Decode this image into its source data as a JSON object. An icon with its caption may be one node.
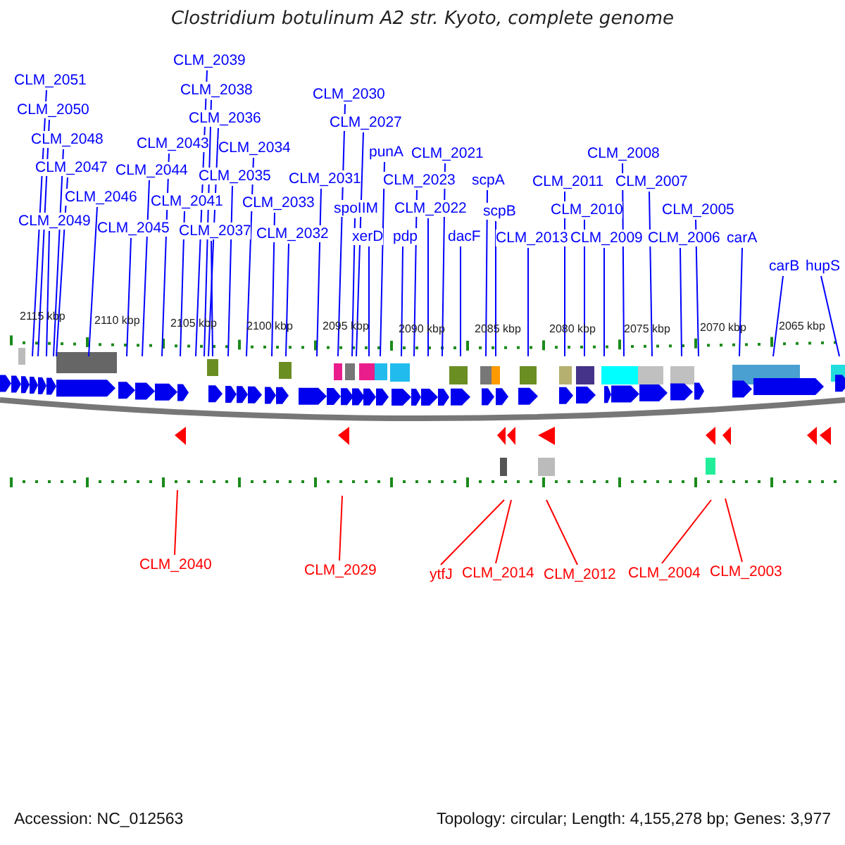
{
  "diagram": {
    "title": "Clostridium botulinum A2 str. Kyoto, complete genome",
    "nodes": [
      {
        "text": [
          "CLM_2051"
        ]
      },
      {
        "text": [
          "CLM_2050"
        ]
      },
      {
        "text": [
          "CLM_2048"
        ]
      },
      {
        "text": [
          "CLM_2047"
        ]
      },
      {
        "text": [
          "CLM_2049"
        ]
      },
      {
        "text": [
          "CLM_2046"
        ]
      },
      {
        "text": [
          "CLM_2045"
        ]
      },
      {
        "text": [
          "CLM_2044"
        ]
      },
      {
        "text": [
          "CLM_2043"
        ]
      },
      {
        "text": [
          "CLM_2041"
        ]
      },
      {
        "text": [
          "CLM_2039"
        ]
      },
      {
        "text": [
          "CLM_2038"
        ]
      },
      {
        "text": [
          "CLM_2036"
        ]
      },
      {
        "text": [
          "CLM_2035"
        ]
      },
      {
        "text": [
          "CLM_2037"
        ]
      },
      {
        "text": [
          "CLM_2034"
        ]
      },
      {
        "text": [
          "CLM_2033"
        ]
      },
      {
        "text": [
          "CLM_2032"
        ]
      },
      {
        "text": [
          "CLM_2031"
        ]
      },
      {
        "text": [
          "CLM_2030"
        ]
      },
      {
        "text": [
          "CLM_2027"
        ]
      },
      {
        "text": [
          "spoIIM"
        ]
      },
      {
        "text": [
          "xerD"
        ]
      },
      {
        "text": [
          "punA"
        ]
      },
      {
        "text": [
          "CLM_2023"
        ]
      },
      {
        "text": [
          "CLM_2022"
        ]
      },
      {
        "text": [
          "pdp"
        ]
      },
      {
        "text": [
          "CLM_2021"
        ]
      },
      {
        "text": [
          "dacF"
        ]
      },
      {
        "text": [
          "scpA"
        ]
      },
      {
        "text": [
          "scpB"
        ]
      },
      {
        "text": [
          "CLM_2013"
        ]
      },
      {
        "text": [
          "CLM_2011"
        ]
      },
      {
        "text": [
          "CLM_2010"
        ]
      },
      {
        "text": [
          "CLM_2009"
        ]
      },
      {
        "text": [
          "CLM_2008"
        ]
      },
      {
        "text": [
          "CLM_2007"
        ]
      },
      {
        "text": [
          "CLM_2006"
        ]
      },
      {
        "text": [
          "CLM_2005"
        ]
      },
      {
        "text": [
          "carA"
        ]
      },
      {
        "text": [
          "carB"
        ]
      },
      {
        "text": [
          "hupS"
        ]
      },
      {
        "text": [
          "CLM_2040"
        ]
      },
      {
        "text": [
          "CLM_2029"
        ]
      },
      {
        "text": [
          "ytfJ"
        ]
      },
      {
        "text": [
          "CLM_2014"
        ]
      },
      {
        "text": [
          "CLM_2012"
        ]
      },
      {
        "text": [
          "CLM_2004"
        ]
      },
      {
        "text": [
          "CLM_2003"
        ]
      }
    ],
    "edges": [
      {
        "from": 0,
        "to": null,
        "arrow": "none"
      },
      {
        "from": 1,
        "to": null,
        "arrow": "none"
      },
      {
        "from": 2,
        "to": null,
        "arrow": "none"
      },
      {
        "from": 3,
        "to": null,
        "arrow": "none"
      },
      {
        "from": 4,
        "to": null,
        "arrow": "none"
      },
      {
        "from": 5,
        "to": null,
        "arrow": "none"
      },
      {
        "from": 6,
        "to": null,
        "arrow": "none"
      },
      {
        "from": 7,
        "to": null,
        "arrow": "none"
      },
      {
        "from": 8,
        "to": null,
        "arrow": "none"
      },
      {
        "from": 9,
        "to": null,
        "arrow": "none"
      },
      {
        "from": 10,
        "to": null,
        "arrow": "none"
      },
      {
        "from": 11,
        "to": null,
        "arrow": "none"
      },
      {
        "from": 12,
        "to": null,
        "arrow": "none"
      },
      {
        "from": 13,
        "to": null,
        "arrow": "none"
      },
      {
        "from": 14,
        "to": null,
        "arrow": "none"
      },
      {
        "from": 15,
        "to": null,
        "arrow": "none"
      },
      {
        "from": 16,
        "to": null,
        "arrow": "none"
      },
      {
        "from": 17,
        "to": null,
        "arrow": "none"
      },
      {
        "from": 18,
        "to": null,
        "arrow": "none"
      },
      {
        "from": 19,
        "to": null,
        "arrow": "none"
      },
      {
        "from": 20,
        "to": null,
        "arrow": "none"
      },
      {
        "from": 21,
        "to": null,
        "arrow": "none"
      },
      {
        "from": 22,
        "to": null,
        "arrow": "none"
      },
      {
        "from": 23,
        "to": null,
        "arrow": "none"
      },
      {
        "from": 24,
        "to": null,
        "arrow": "none"
      },
      {
        "from": 25,
        "to": null,
        "arrow": "none"
      },
      {
        "from": 26,
        "to": null,
        "arrow": "none"
      },
      {
        "from": 27,
        "to": null,
        "arrow": "none"
      },
      {
        "from": 28,
        "to": null,
        "arrow": "none"
      },
      {
        "from": 29,
        "to": null,
        "arrow": "none"
      },
      {
        "from": 30,
        "to": null,
        "arrow": "none"
      },
      {
        "from": 31,
        "to": null,
        "arrow": "none"
      },
      {
        "from": 32,
        "to": null,
        "arrow": "none"
      },
      {
        "from": 33,
        "to": null,
        "arrow": "none"
      },
      {
        "from": 34,
        "to": null,
        "arrow": "none"
      },
      {
        "from": 35,
        "to": null,
        "arrow": "none"
      },
      {
        "from": 36,
        "to": null,
        "arrow": "none"
      },
      {
        "from": 37,
        "to": null,
        "arrow": "none"
      },
      {
        "from": 38,
        "to": null,
        "arrow": "none"
      },
      {
        "from": 39,
        "to": null,
        "arrow": "none"
      },
      {
        "from": 40,
        "to": null,
        "arrow": "none"
      },
      {
        "from": 41,
        "to": null,
        "arrow": "none"
      },
      {
        "from": 42,
        "to": null,
        "arrow": "none",
        "color": "#ff0000"
      },
      {
        "from": 43,
        "to": null,
        "arrow": "none",
        "color": "#ff0000"
      },
      {
        "from": 44,
        "to": null,
        "arrow": "none",
        "color": "#ff0000"
      },
      {
        "from": 45,
        "to": null,
        "arrow": "none",
        "color": "#ff0000"
      },
      {
        "from": 46,
        "to": null,
        "arrow": "none",
        "color": "#ff0000"
      },
      {
        "from": 47,
        "to": null,
        "arrow": "none",
        "color": "#ff0000"
      },
      {
        "from": 48,
        "to": null,
        "arrow": "none",
        "color": "#ff0000"
      }
    ],
    "labels": [
      "2115 kbp",
      "2110 kbp",
      "2105 kbp",
      "2100 kbp",
      "2095 kbp",
      "2090 kbp",
      "2085 kbp",
      "2080 kbp",
      "2075 kbp",
      "2070 kbp",
      "2065 kbp",
      "Accession: NC_012563",
      "Topology: circular; Length: 4,155,278 bp; Genes: 3,977"
    ]
  }
}
